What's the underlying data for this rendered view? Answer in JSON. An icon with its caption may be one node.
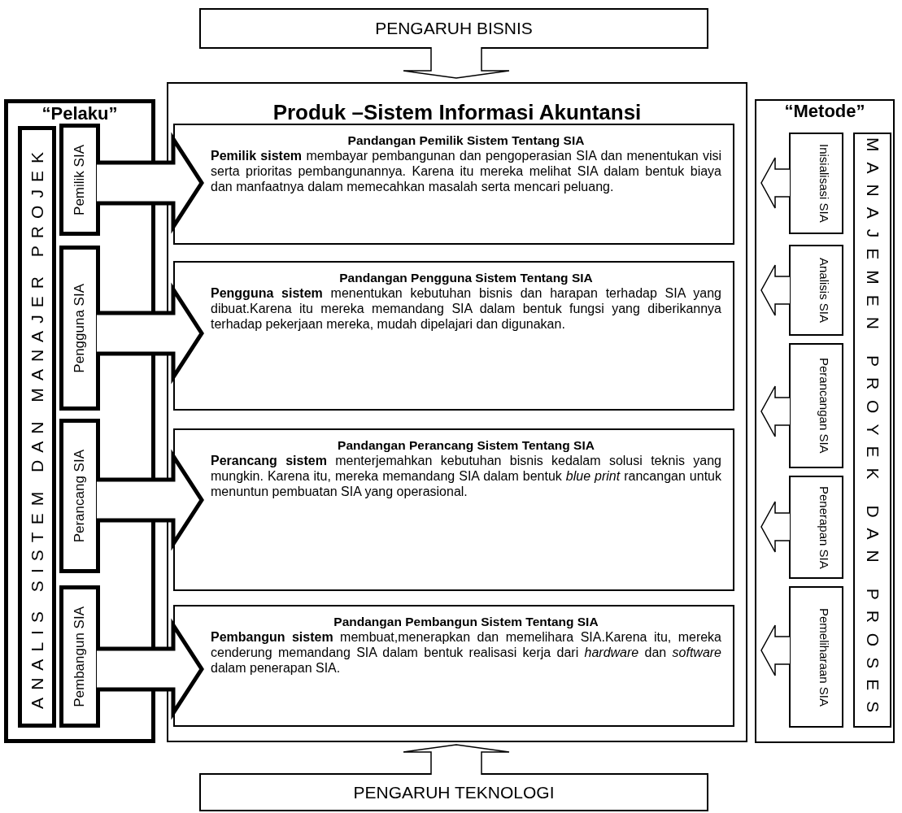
{
  "diagram": {
    "nodes": [
      {
        "text": [
          "PENGARUH BISNIS"
        ]
      },
      {
        "text": [
          "“Pelaku”"
        ]
      },
      {
        "text": [
          "ANALIS SISTEM DAN MANAJER PROJEK"
        ],
        "in": 1
      },
      {
        "text": [
          "Pemilik SIA"
        ],
        "in": 1
      },
      {
        "text": [
          "Pengguna SIA"
        ],
        "in": 1
      },
      {
        "text": [
          "Perancang SIA"
        ],
        "in": 1
      },
      {
        "text": [
          "Pembangun SIA"
        ],
        "in": 1
      },
      {
        "text": [
          "Produk –Sistem Informasi Akuntansi"
        ]
      },
      {
        "text": [
          "Pandangan Pemilik Sistem Tentang SIA",
          "**Pemilik sistem** membayar pembangunan dan pengoperasian SIA dan menentukan visi serta prioritas pembangunannya. Karena itu mereka melihat SIA dalam bentuk biaya dan manfaatnya dalam memecahkan masalah serta mencari peluang."
        ],
        "in": 7
      },
      {
        "text": [
          "Pandangan Pengguna Sistem Tentang SIA",
          "**Pengguna sistem** menentukan kebutuhan bisnis dan harapan terhadap SIA yang dibuat.Karena itu mereka memandang SIA dalam bentuk fungsi yang diberikannya terhadap pekerjaan mereka, mudah dipelajari dan digunakan."
        ],
        "in": 7
      },
      {
        "text": [
          "Pandangan Perancang Sistem Tentang SIA",
          "**Perancang sistem** menterjemahkan kebutuhan bisnis kedalam solusi teknis yang mungkin. Karena itu, mereka memandang SIA dalam bentuk *blue print* rancangan untuk menuntun pembuatan SIA yang operasional."
        ],
        "in": 7
      },
      {
        "text": [
          "Pandangan Pembangun Sistem Tentang SIA",
          "**Pembangun sistem** membuat,menerapkan dan memelihara SIA.Karena itu, mereka cenderung memandang SIA dalam bentuk realisasi kerja dari *hardware* dan *software* dalam penerapan SIA."
        ],
        "in": 7
      },
      {
        "text": [
          "“Metode”"
        ]
      },
      {
        "text": [
          "Inisialisasi SIA"
        ],
        "in": 12
      },
      {
        "text": [
          "Analisis SIA"
        ],
        "in": 12
      },
      {
        "text": [
          "Perancangan SIA"
        ],
        "in": 12
      },
      {
        "text": [
          "Penerapan SIA"
        ],
        "in": 12
      },
      {
        "text": [
          "Pemeliharaan SIA"
        ],
        "in": 12
      },
      {
        "text": [
          "MANAJEMEN PROYEK DAN PROSES"
        ],
        "in": 12
      },
      {
        "text": [
          "PENGARUH TEKNOLOGI"
        ]
      }
    ],
    "edges": [
      {
        "from": 0,
        "to": 7,
        "arrow": "to"
      },
      {
        "from": 3,
        "to": 8,
        "arrow": "to",
        "style": "thick"
      },
      {
        "from": 4,
        "to": 9,
        "arrow": "to",
        "style": "thick"
      },
      {
        "from": 5,
        "to": 10,
        "arrow": "to",
        "style": "thick"
      },
      {
        "from": 6,
        "to": 11,
        "arrow": "to",
        "style": "thick"
      },
      {
        "from": 13,
        "to": null,
        "arrow": "to"
      },
      {
        "from": 14,
        "to": null,
        "arrow": "to"
      },
      {
        "from": 15,
        "to": null,
        "arrow": "to"
      },
      {
        "from": 16,
        "to": null,
        "arrow": "to"
      },
      {
        "from": 17,
        "to": null,
        "arrow": "to"
      },
      {
        "from": 19,
        "to": 7,
        "arrow": "to"
      }
    ]
  }
}
